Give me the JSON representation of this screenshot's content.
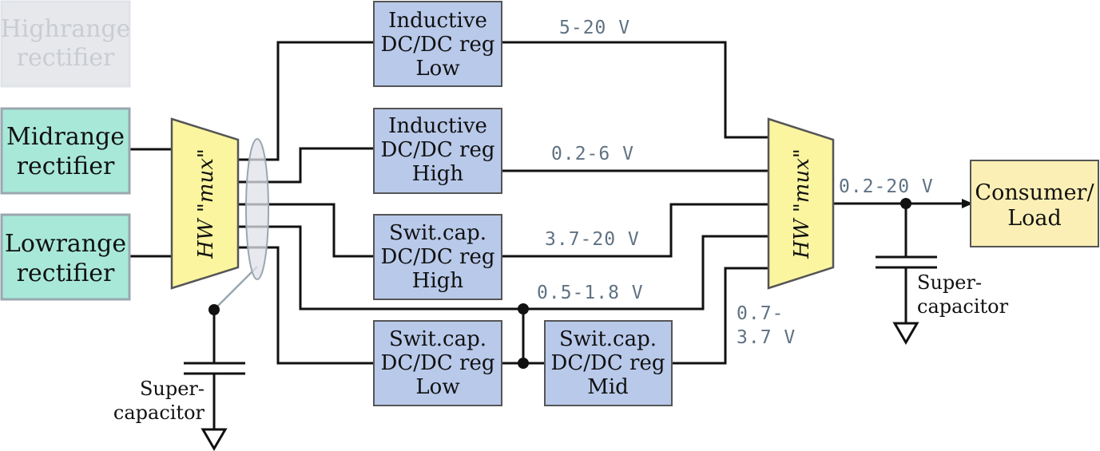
{
  "rectifiers": {
    "high": [
      "Highrange",
      "rectifier"
    ],
    "mid": [
      "Midrange",
      "rectifier"
    ],
    "low": [
      "Lowrange",
      "rectifier"
    ]
  },
  "mux_label": "HW \"mux\"",
  "regulators": {
    "ind_low": [
      "Inductive",
      "DC/DC reg",
      "Low"
    ],
    "ind_high": [
      "Inductive",
      "DC/DC reg",
      "High"
    ],
    "sc_high": [
      "Swit.cap.",
      "DC/DC reg",
      "High"
    ],
    "sc_low": [
      "Swit.cap.",
      "DC/DC reg",
      "Low"
    ],
    "sc_mid": [
      "Swit.cap.",
      "DC/DC reg",
      "Mid"
    ]
  },
  "voltages": {
    "ind_low": "5-20 V",
    "ind_high": "0.2-6 V",
    "sc_high": "3.7-20 V",
    "sc_low": "0.5-1.8 V",
    "sc_mid": [
      "0.7-",
      "3.7 V"
    ],
    "output": "0.2-20 V"
  },
  "load": [
    "Consumer/",
    "Load"
  ],
  "supercap": [
    "Super-",
    "capacitor"
  ],
  "colors": {
    "rectifier_fill": "#a8e8d8",
    "rectifier_stroke": "#9aa7b0",
    "faded_fill": "#e6e8ec",
    "mux_fill": "#fbf5a0",
    "reg_fill": "#b8c9ea",
    "load_fill": "#fbefb5",
    "voltage_text": "#5f7283"
  }
}
